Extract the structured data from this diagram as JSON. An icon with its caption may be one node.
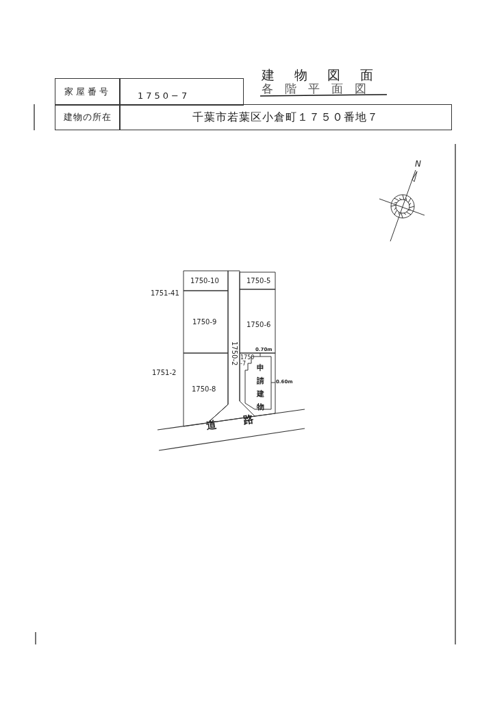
{
  "diagram": {
    "title": "建物図面",
    "nodes": [
      {
        "text": [
          "1750-10"
        ]
      },
      {
        "text": [
          "1750-9"
        ]
      },
      {
        "text": [
          "1750-8"
        ]
      },
      {
        "text": [
          "1750-2"
        ]
      },
      {
        "text": [
          "1750-5"
        ]
      },
      {
        "text": [
          "1750-6"
        ]
      },
      {
        "text": [
          "1750 -7"
        ]
      },
      {
        "text": [
          "申請建物"
        ],
        "in": 6
      },
      {
        "text": [
          "道路"
        ]
      }
    ],
    "labels": [
      "各階平面図",
      "家屋番号",
      "1750−7",
      "建物の所在",
      "千葉市若葉区小倉町１７５０番地７",
      "1751-41",
      "1751-2",
      "0.70m",
      "0.60m",
      "N"
    ]
  }
}
